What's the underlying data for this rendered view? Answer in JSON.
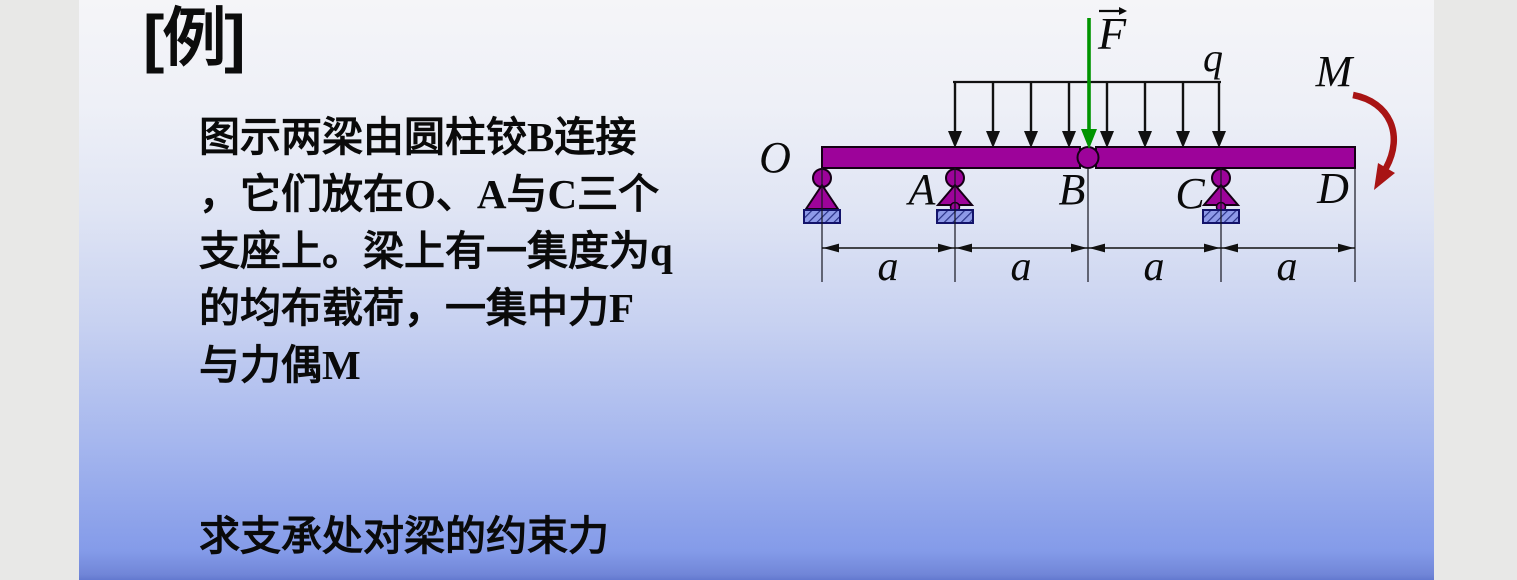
{
  "slide": {
    "title": "[例]",
    "paragraph_lines": [
      "图示两梁由圆柱铰B连接",
      "，它们放在O、A与C三个",
      "支座上。梁上有一集度为q",
      "的均布载荷，一集中力F",
      "与力偶M"
    ],
    "question": "求支承处对梁的约束力"
  },
  "diagram": {
    "type": "beam-schematic",
    "description": "Two beams connected by cylindrical hinge B resting on supports O, A and C; uniform load q from A to C, concentrated force F at B, couple M at free end D",
    "labels": {
      "O": "O",
      "A": "A",
      "B": "B",
      "C": "C",
      "D": "D",
      "q": "q",
      "F": "F",
      "M": "M"
    },
    "supports": [
      {
        "at": "O",
        "type": "pin-support"
      },
      {
        "at": "A",
        "type": "roller-support"
      },
      {
        "at": "C",
        "type": "roller-support"
      }
    ],
    "hinge_at": "B",
    "distributed_load": {
      "symbol": "q",
      "from": "A",
      "to": "C",
      "arrow_count": 8,
      "direction": "down"
    },
    "point_force": {
      "symbol": "F",
      "at": "B",
      "direction": "down",
      "vector_notation": true
    },
    "moment": {
      "symbol": "M",
      "near": "D",
      "sense": "clockwise"
    },
    "segments": [
      {
        "from": "O",
        "to": "A",
        "length": "a"
      },
      {
        "from": "A",
        "to": "B",
        "length": "a"
      },
      {
        "from": "B",
        "to": "C",
        "length": "a"
      },
      {
        "from": "C",
        "to": "D",
        "length": "a"
      }
    ],
    "colors": {
      "beam": "#9d039a",
      "support_base": "#8e9ae8",
      "force_arrow": "#009400",
      "moment_arrow": "#a81414",
      "line": "#111111"
    }
  }
}
